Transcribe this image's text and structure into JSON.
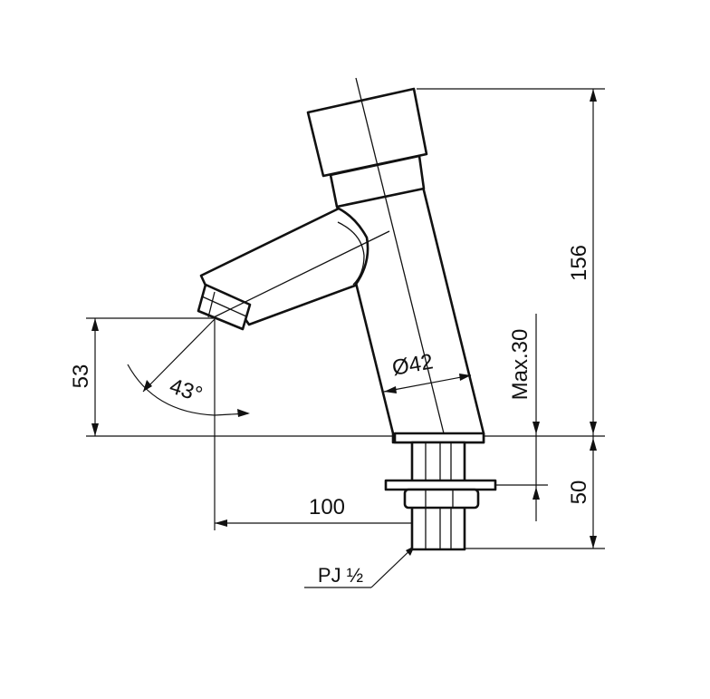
{
  "dimensions": {
    "total_height": "156",
    "spout_outlet_height": "53",
    "spout_angle": "43°",
    "body_diameter": "Ø42",
    "max_counter_thickness": "Max.30",
    "thread_length": "50",
    "reach": "100",
    "thread_spec": "PJ ½"
  },
  "colors": {
    "line": "#111111",
    "background": "#ffffff"
  }
}
